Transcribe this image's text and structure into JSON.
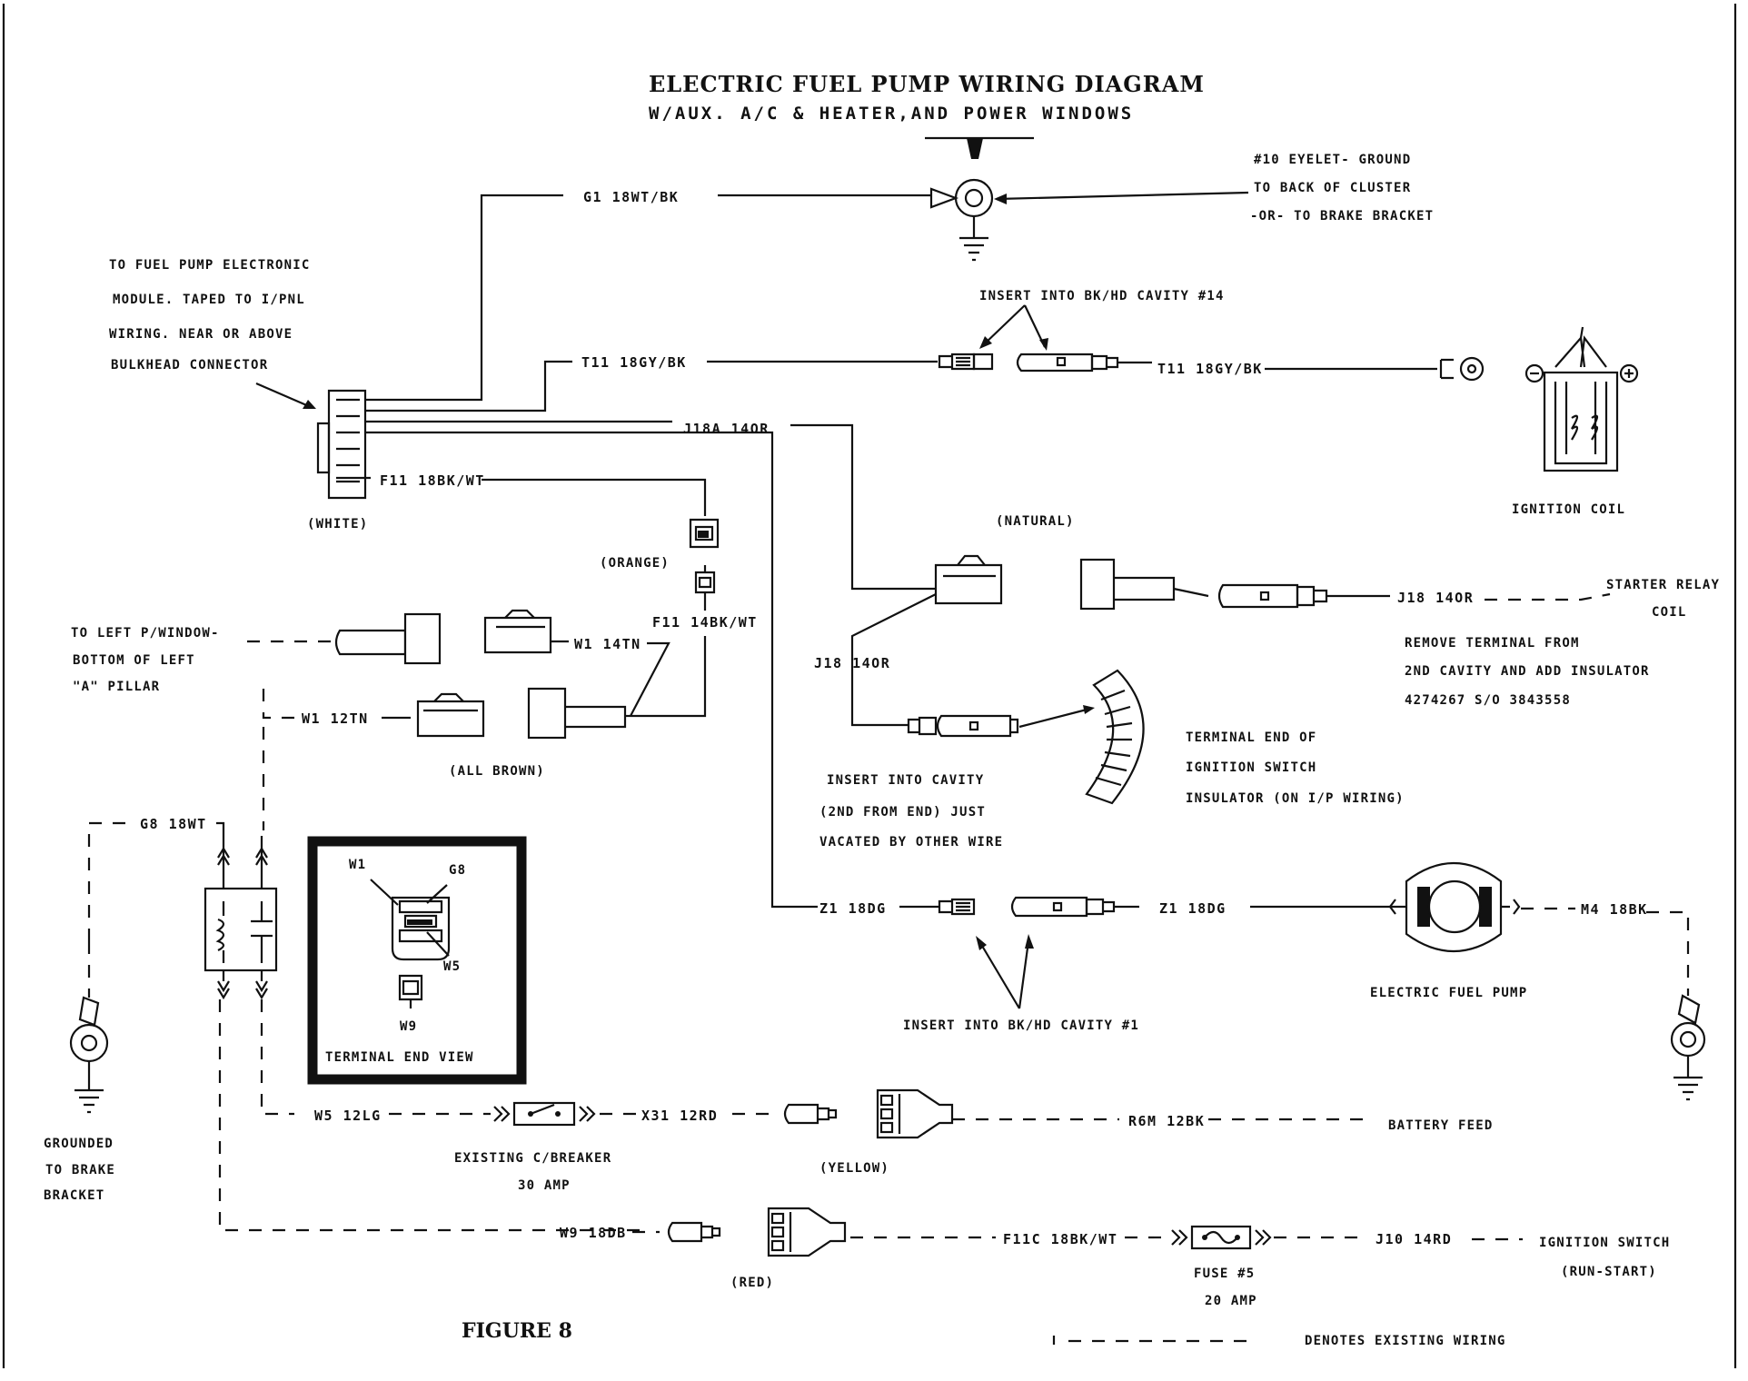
{
  "title": "ELECTRIC FUEL PUMP WIRING DIAGRAM",
  "subtitle": "W/AUX. A/C & HEATER,AND POWER WINDOWS",
  "figure_label": "FIGURE 8",
  "ground_note": [
    "#10 EYELET- GROUND",
    "TO BACK OF CLUSTER",
    "-OR- TO BRAKE BRACKET"
  ],
  "module_note": [
    "TO FUEL PUMP ELECTRONIC",
    "MODULE. TAPED TO I/PNL",
    "WIRING. NEAR OR ABOVE",
    "BULKHEAD CONNECTOR"
  ],
  "insert_14": "INSERT INTO BK/HD CAVITY #14",
  "insert_1": "INSERT INTO BK/HD CAVITY #1",
  "insert_cavity": [
    "INSERT INTO CAVITY",
    "(2ND FROM END) JUST",
    "VACATED BY OTHER WIRE"
  ],
  "ignition_switch_note": [
    "TERMINAL END OF",
    "IGNITION SWITCH",
    "INSULATOR (ON I/P WIRING)"
  ],
  "starter_note": [
    "REMOVE TERMINAL FROM",
    "2ND CAVITY AND ADD INSULATOR",
    "4274267 S/O 3843558"
  ],
  "left_window_note": [
    "TO LEFT P/WINDOW-",
    "BOTTOM OF LEFT",
    "\"A\" PILLAR"
  ],
  "grounded_note": [
    "GROUNDED",
    "TO BRAKE",
    "BRACKET"
  ],
  "wires": {
    "g1": "G1 18WT/BK",
    "t11_a": "T11 18GY/BK",
    "t11_b": "T11 18GY/BK",
    "j18a": "J18A 14OR",
    "f11": "F11 18BK/WT",
    "f11_14": "F11 14BK/WT",
    "w1_14": "W1 14TN",
    "w1_12": "W1 12TN",
    "g8": "G8 18WT",
    "j18_a": "J18 14OR",
    "j18_b": "J18 14OR",
    "z1_a": "Z1 18DG",
    "z1_b": "Z1 18DG",
    "m4": "M4 18BK",
    "w5": "W5 12LG",
    "x31": "X31 12RD",
    "r6m": "R6M 12BK",
    "w9": "W9 18DB",
    "f11c": "F11C 18BK/WT",
    "j10": "J10 14RD"
  },
  "labels": {
    "white": "(WHITE)",
    "orange": "(ORANGE)",
    "natural": "(NATURAL)",
    "all_brown": "(ALL BROWN)",
    "yellow": "(YELLOW)",
    "red": "(RED)",
    "ignition_coil": "IGNITION COIL",
    "starter_relay": "STARTER RELAY",
    "coil": "COIL",
    "fuel_pump": "ELECTRIC FUEL PUMP",
    "battery_feed": "BATTERY FEED",
    "breaker": "EXISTING C/BREAKER",
    "breaker_amp": "30 AMP",
    "fuse": "FUSE #5",
    "fuse_amp": "20 AMP",
    "ign_switch": "IGNITION SWITCH",
    "run_start": "(RUN-START)",
    "legend": "DENOTES EXISTING WIRING",
    "terminal_end_view": "TERMINAL END VIEW",
    "inset_w1": "W1",
    "inset_g8": "G8",
    "inset_w5": "W5",
    "inset_w9": "W9"
  }
}
